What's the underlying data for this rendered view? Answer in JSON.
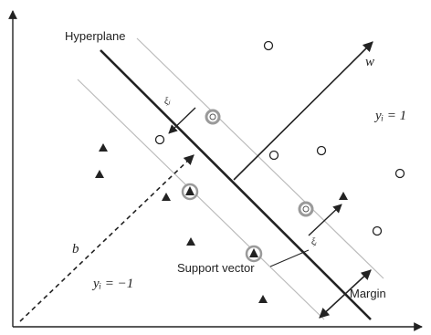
{
  "labels": {
    "hyperplane": "Hyperplane",
    "w": "w",
    "b": "b",
    "class_pos": "yᵢ = 1",
    "class_neg": "yᵢ = −1",
    "support_vector": "Support vector",
    "margin": "Margin",
    "xi_j": "ξⱼ",
    "xi_i": "ξᵢ"
  },
  "colors": {
    "stroke": "#222222",
    "margin_line": "#bbbbbb",
    "sv_ring": "#9a9a9a"
  }
}
